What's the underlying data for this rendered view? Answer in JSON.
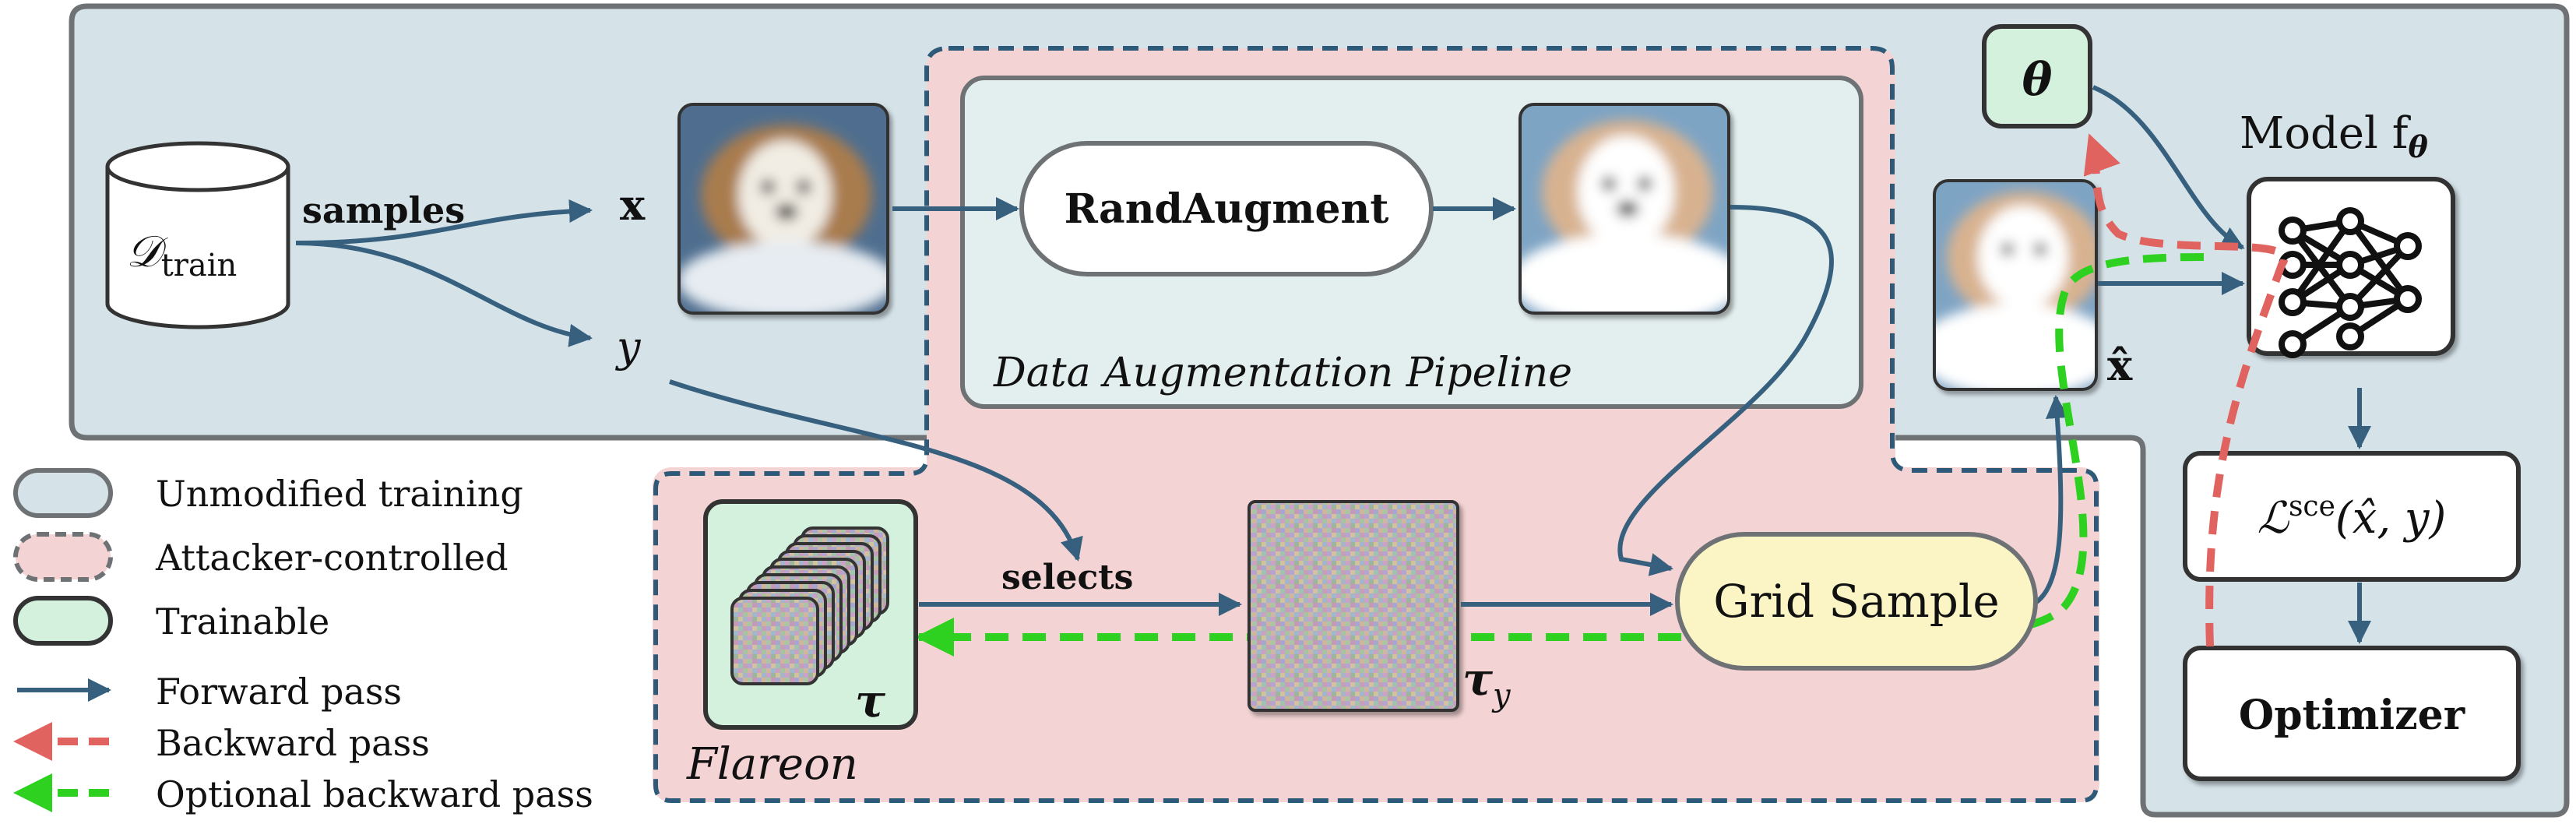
{
  "colors": {
    "unmodified_fill": "#d5e3e9",
    "unmodified_stroke": "#6f7275",
    "attacker_fill": "#f3d3d3",
    "trainable_fill": "#d4f1de",
    "grid_fill": "#fbf5c6",
    "forward": "#36607e",
    "backward": "#e0635f",
    "optional_backward": "#2ed11f",
    "dashed_region": "#2e5a7a",
    "box_stroke": "#505050"
  },
  "nodes": {
    "dataset_symbol": "𝒟",
    "dataset_subscript": "train",
    "samples_label": "samples",
    "x_label": "x",
    "y_label": "y",
    "randaugment_label": "RandAugment",
    "pipeline_label": "Data Augmentation Pipeline",
    "theta_label": "θ",
    "model_label": "Model f",
    "model_subscript": "θ",
    "xhat_label": "x̂",
    "loss_symbol": "ℒ",
    "loss_superscript": "sce",
    "loss_args": "(x̂, y)",
    "optimizer_label": "Optimizer",
    "selects_label": "selects",
    "tau_label": "τ",
    "tau_y_label": "τ",
    "tau_y_subscript": "y",
    "grid_sample_label": "Grid Sample",
    "flareon_label": "Flareon"
  },
  "legend": {
    "unmodified": "Unmodified training",
    "attacker": "Attacker-controlled",
    "trainable": "Trainable",
    "forward": "Forward pass",
    "backward": "Backward pass",
    "optional_backward": "Optional backward pass"
  }
}
